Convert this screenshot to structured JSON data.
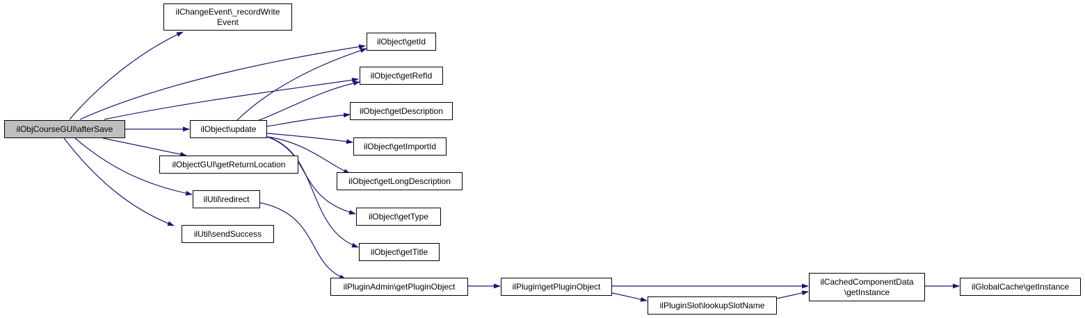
{
  "colors": {
    "edge": "#191970",
    "root_fill": "#bfbfbf",
    "node_fill": "#ffffff",
    "node_border": "#000000"
  },
  "nodes": {
    "aftersave": "ilObjCourseGUI\\afterSave",
    "record_write_event": "ilChangeEvent\\_recordWrite\nEvent",
    "get_id": "ilObject\\getId",
    "get_ref_id": "ilObject\\getRefId",
    "get_description": "ilObject\\getDescription",
    "update": "ilObject\\update",
    "get_import_id": "ilObject\\getImportId",
    "get_return_location": "ilObjectGUI\\getReturnLocation",
    "get_long_description": "ilObject\\getLongDescription",
    "redirect": "ilUtil\\redirect",
    "get_type": "ilObject\\getType",
    "send_success": "ilUtil\\sendSuccess",
    "get_title": "ilObject\\getTitle",
    "admin_get_plugin_object": "ilPluginAdmin\\getPluginObject",
    "plugin_get_plugin_object": "ilPlugin\\getPluginObject",
    "cached_component_get_instance": "ilCachedComponentData\n\\getInstance",
    "global_cache_get_instance": "ilGlobalCache\\getInstance",
    "lookup_slot_name": "ilPluginSlot\\lookupSlotName"
  }
}
